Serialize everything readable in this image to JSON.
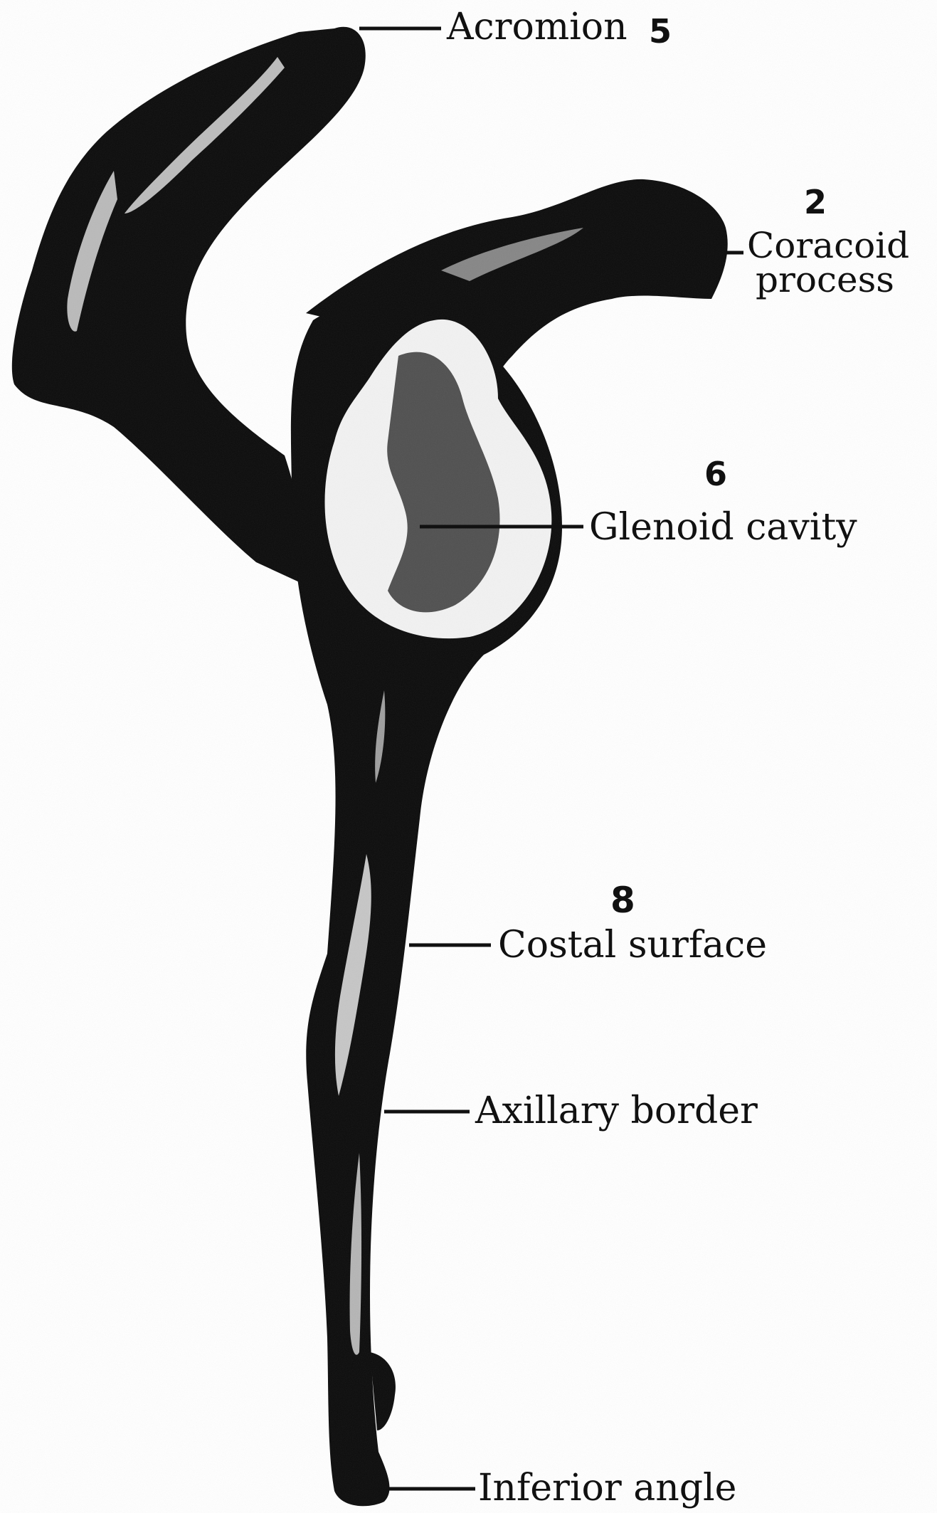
{
  "diagram": {
    "labels": {
      "acromion": "Acromion",
      "coracoid_line1": "Coracoid",
      "coracoid_line2": "process",
      "glenoid": "Glenoid cavity",
      "costal": "Costal surface",
      "axillary": "Axillary border",
      "inferior": "Inferior angle"
    },
    "numbers": {
      "acromion": "5",
      "coracoid": "2",
      "glenoid": "6",
      "costal": "8"
    },
    "colors": {
      "bone_dark": "#0b0b0b",
      "highlight": "#f2f2f2",
      "ink": "#111111",
      "background": "#ffffff"
    }
  }
}
